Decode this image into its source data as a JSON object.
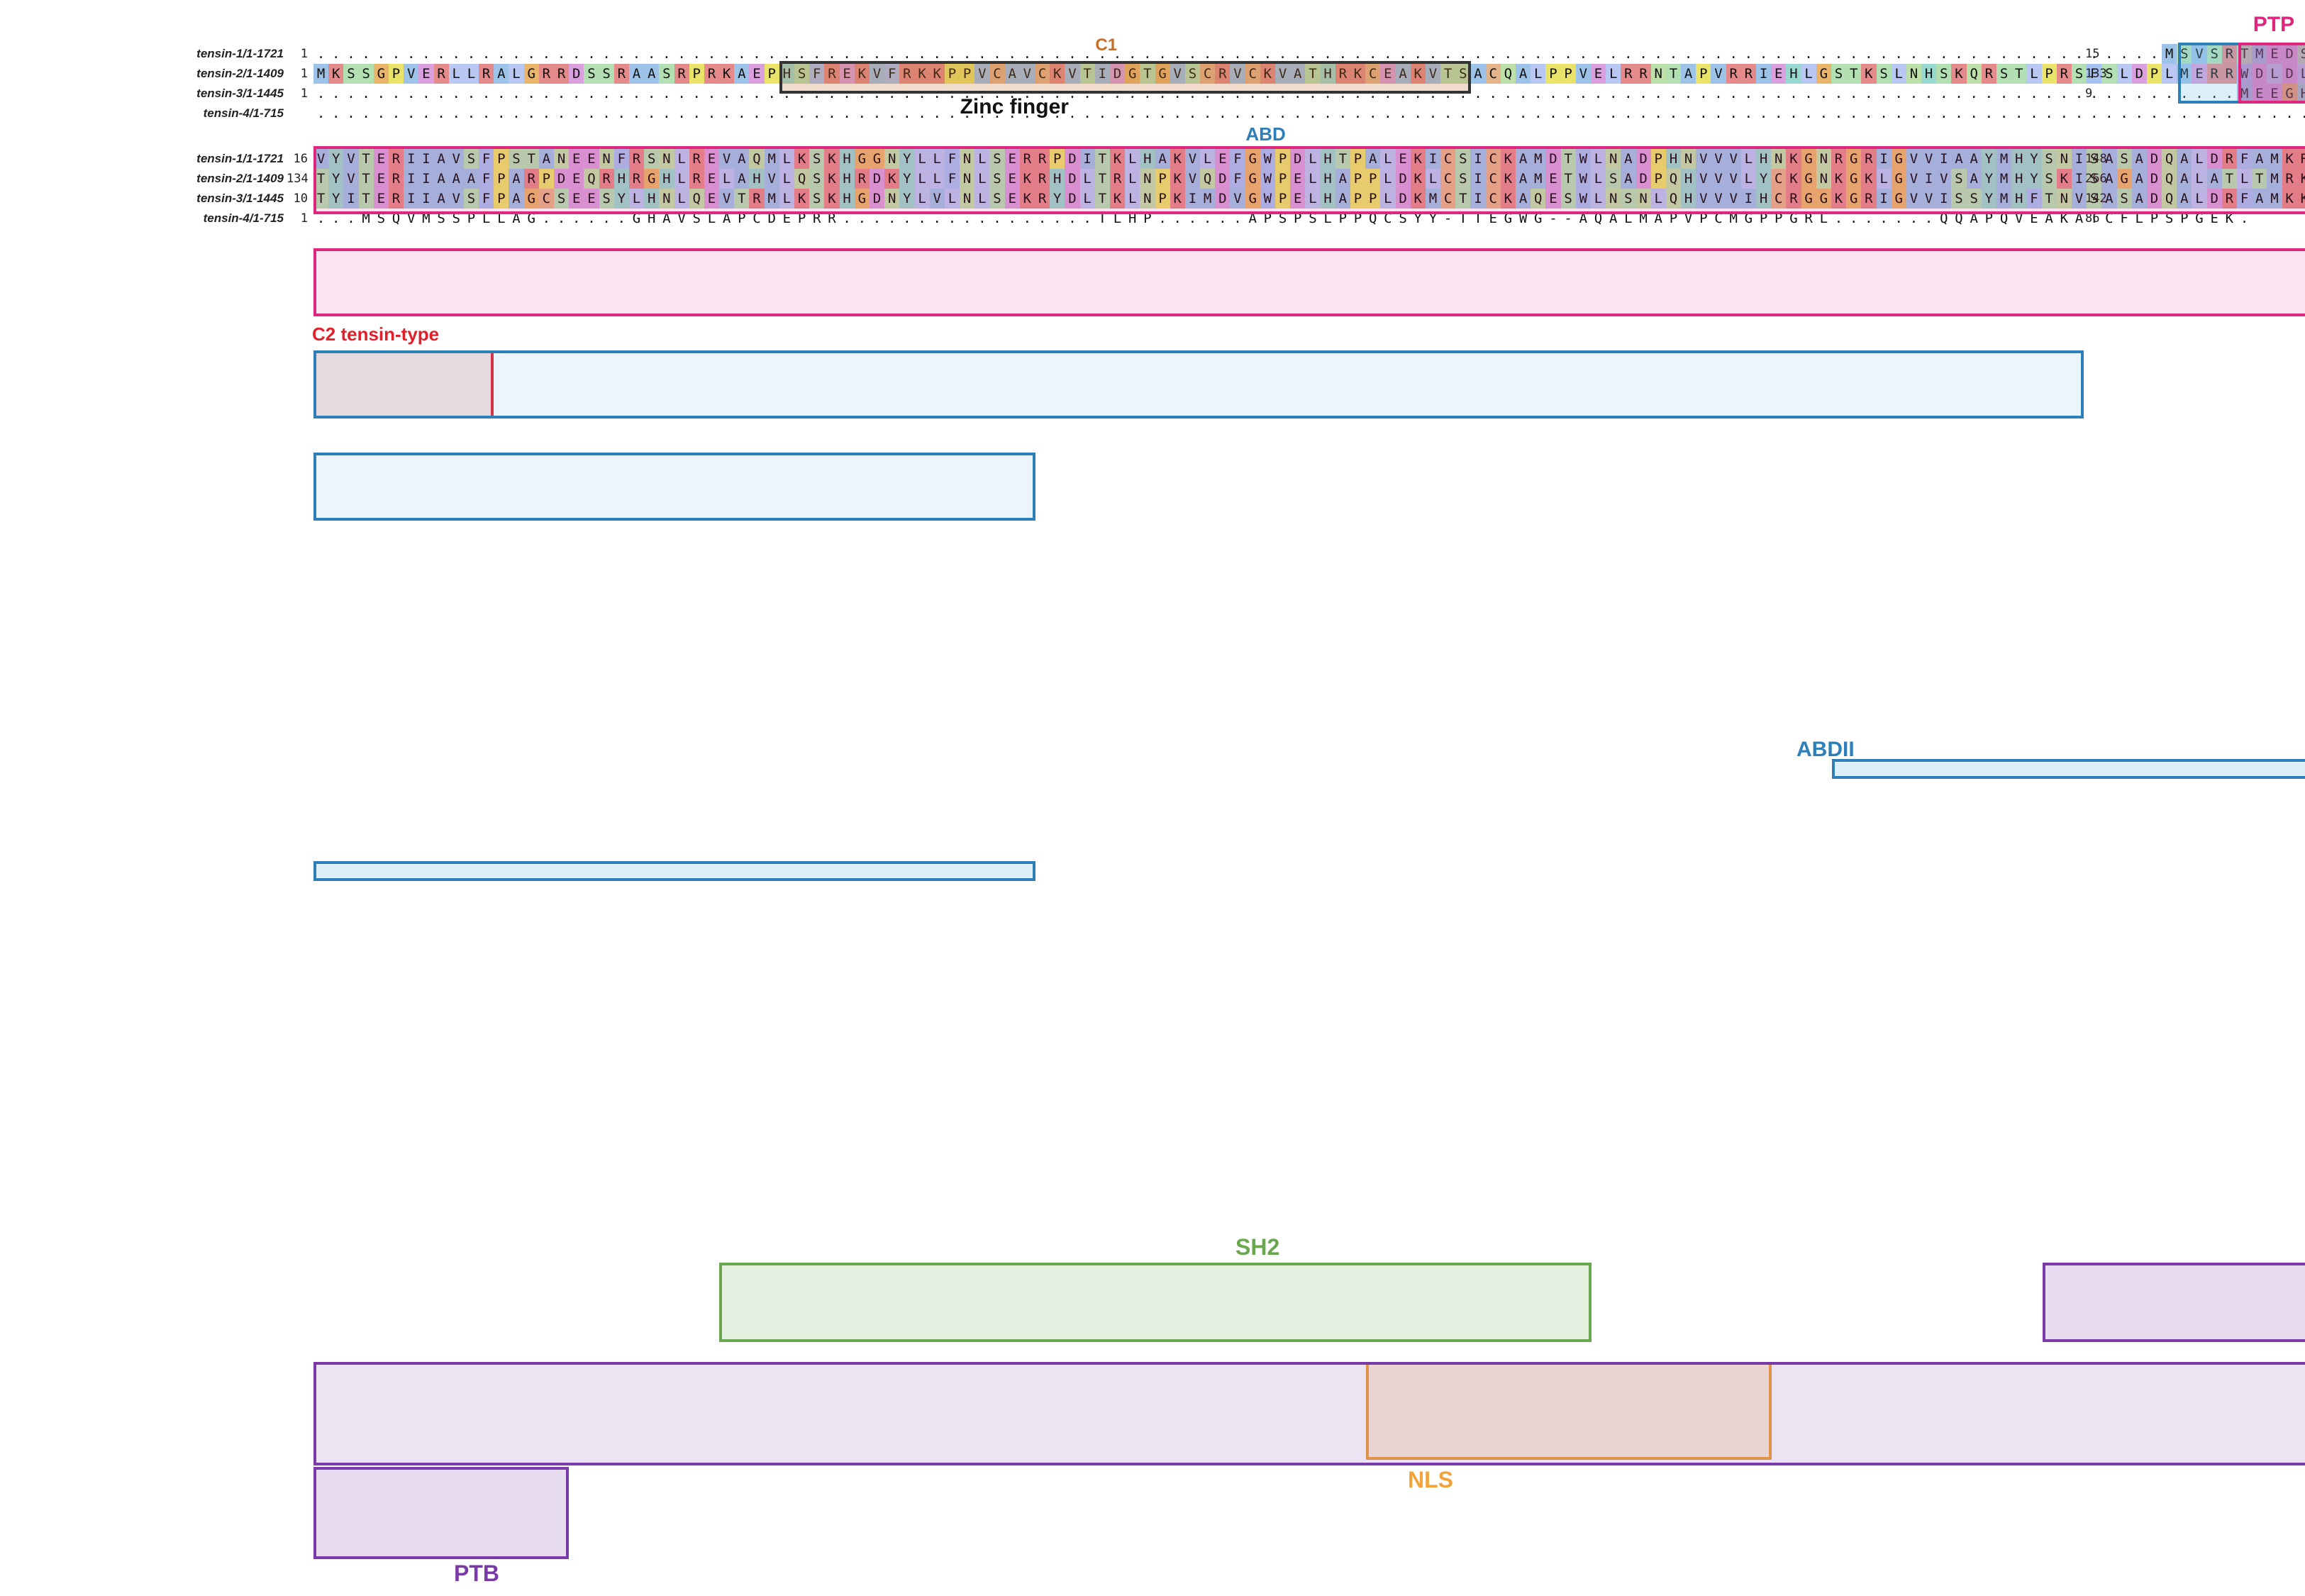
{
  "sequence_names": [
    "tensin-1/1-1721",
    "tensin-2/1-1409",
    "tensin-3/1-1445",
    "tensin-4/1-715"
  ],
  "blocks": [
    {
      "rows": [
        {
          "s": "1",
          "e": "15",
          "seq": "...........................................................................................................................MSVSRTMEDSCELDL"
        },
        {
          "s": "1",
          "e": "133",
          "seq": "MKSSGPVERLLRALGRRDSSRAASRPRKAEPHSFREKVFRKKPPVCAVCKVTIDGTGVSCRVCKVATHRKCEAKVTSACQALPPVELRRNTAPVRRIEHLGSTKSLNHSKQRSTLPRSFSLDPLMERRWDLDL"
        },
        {
          "s": "1",
          "e": "9",
          "seq": "................................................................................................................................MEEGHGLDL"
        },
        {
          "s": "",
          "e": "",
          "seq": "........................................................................................................................................."
        }
      ]
    },
    {
      "rows": [
        {
          "s": "16",
          "e": "148",
          "seq": "VYVTERIIAVSFPSTANEENFRSNLREVAQMLKSKHGGNYLLFNLSERRPDITKLHAKVLEFGWPDLHTPALEKICSICKAMDTWLNADPHNVVVLHNKGNRGRIGVVIAAYMHYSNISASADQALDRFAMKR"
        },
        {
          "s": "134",
          "e": "266",
          "seq": "TYVTERIIAAAFPARPDEQRHRGHLRELAHVLQSKHRDKYLLFNLSEKRHDLTRLNPKVQDFGWPELHAPPLDKLCSICKAMETWLSADPQHVVVLYCKGNKGKLGVIVSAYMHYSKISAGADQALATLTMRK"
        },
        {
          "s": "10",
          "e": "142",
          "seq": "TYITERIIAVSFPAGCSEESYLHNLQEVTRMLKSKHGDNYLVLNLSEKRYDLTKLNPKIMDVGWPELHAPPLDKMCTICKAQESWLNSNLQHVVVIHCRGGKGRIGVVISSYMHFTNVSASADQALDRFAMKK"
        },
        {
          "s": "1",
          "e": "86",
          "seq": "...MSQVMSSPLLAG......GHAVSLAPCDEPRR.................TLHP......APSPSLPPQCSYY-TTEGWG--AQALMAPVPCMGPPGRL.......QQAPQVEAKATCFLPSPGEK."
        }
      ]
    }
  ],
  "regions": [
    "C1",
    "Zinc finger",
    "PTP",
    "ABD",
    "C2 tensin-type",
    "ABDII",
    "SH2",
    "NLS",
    "PTB"
  ],
  "colors": {
    "ptp": "#e0257d",
    "abd": "#2e7fb8",
    "c1": "#c8702a",
    "c2": "#e0202a",
    "sh2": "#6aa84f",
    "nls": "#f2a33a",
    "ptb": "#7a3aa8"
  }
}
